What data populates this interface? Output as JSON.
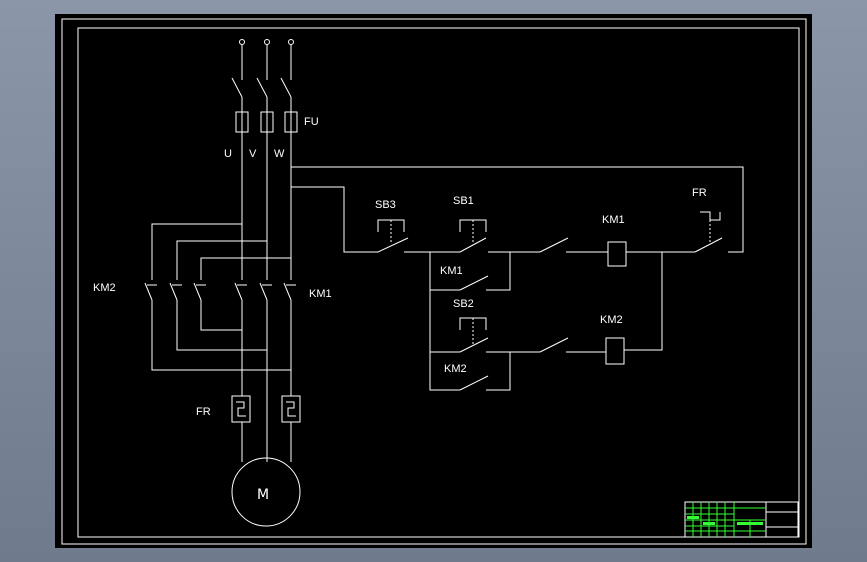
{
  "drawing": {
    "labels": {
      "fu": "FU",
      "u": "U",
      "v": "V",
      "w": "W",
      "km2_main": "KM2",
      "km1_main": "KM1",
      "fr_main": "FR",
      "motor": "M",
      "sb3": "SB3",
      "sb1": "SB1",
      "km1_coil": "KM1",
      "fr_ctrl": "FR",
      "km1_aux": "KM1",
      "sb2": "SB2",
      "km2_coil": "KM2",
      "km2_aux": "KM2"
    }
  },
  "colors": {
    "background": "#000000",
    "frame": "#8b96a8",
    "lines": "#ffffff",
    "titleblock": "#33ff33"
  }
}
